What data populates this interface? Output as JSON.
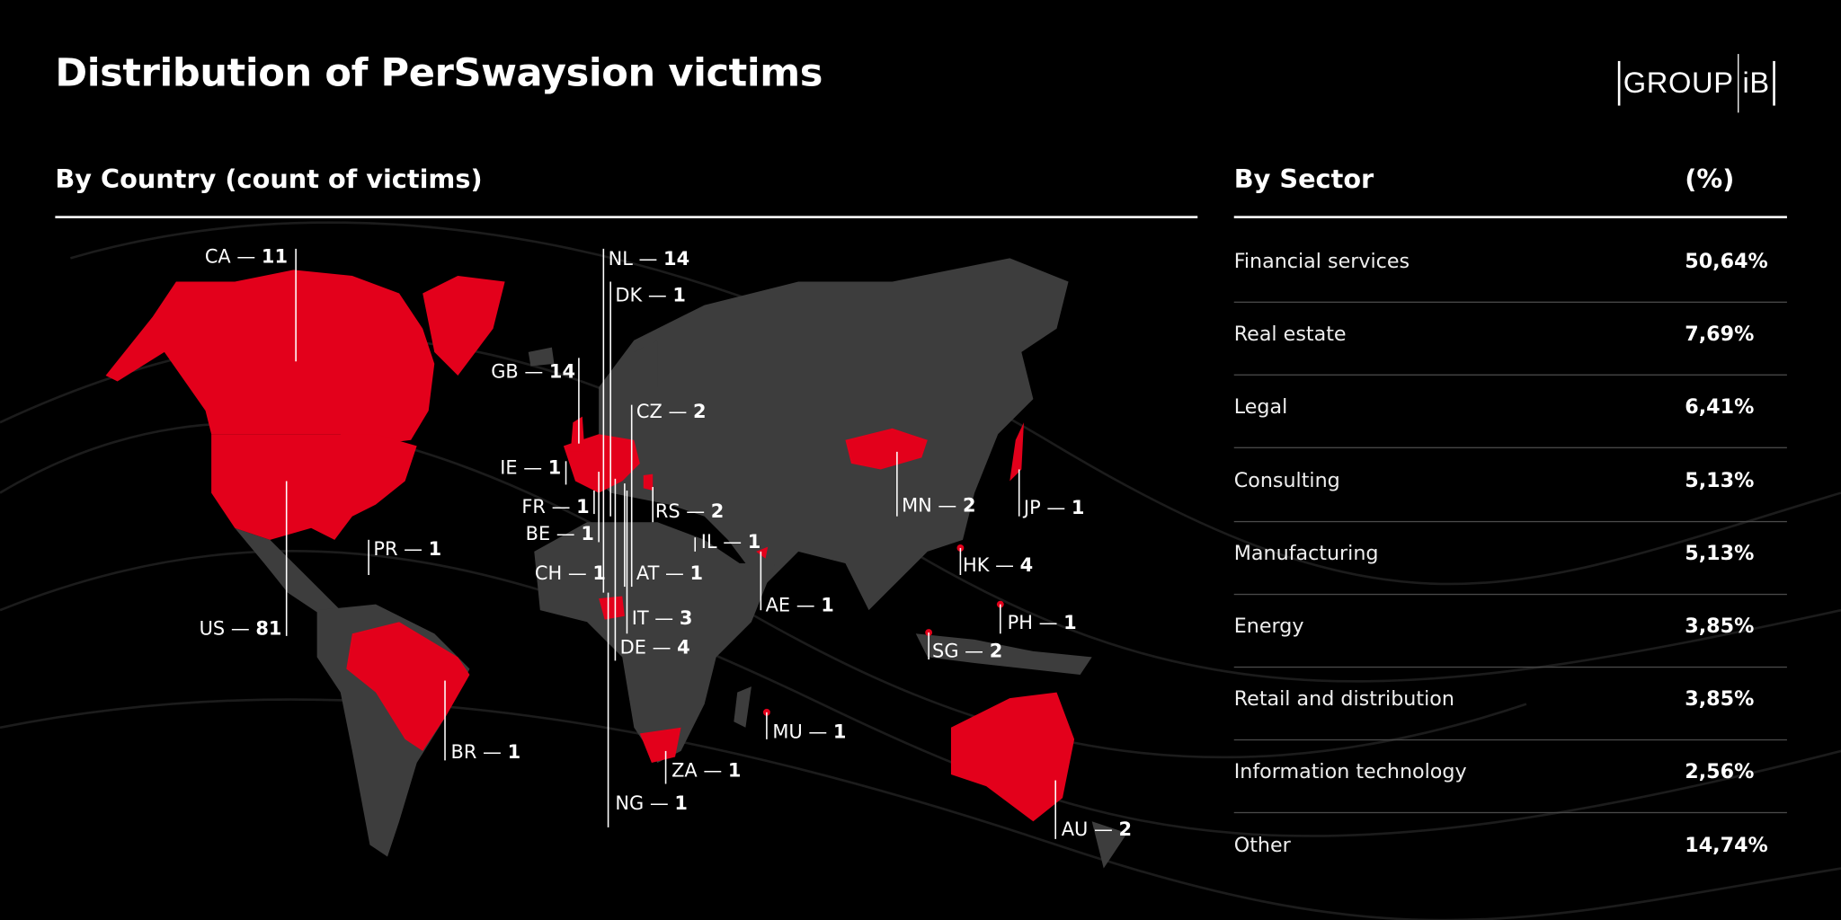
{
  "title": "Distribution of PerSwaysion victims",
  "logo": {
    "left": "GROUP",
    "right": "iB"
  },
  "country_section": {
    "heading": "By Country (count of victims)",
    "countries": [
      {
        "code": "CA",
        "count": "11"
      },
      {
        "code": "NL",
        "count": "14"
      },
      {
        "code": "DK",
        "count": "1"
      },
      {
        "code": "GB",
        "count": "14"
      },
      {
        "code": "CZ",
        "count": "2"
      },
      {
        "code": "IE",
        "count": "1"
      },
      {
        "code": "FR",
        "count": "1"
      },
      {
        "code": "BE",
        "count": "1"
      },
      {
        "code": "CH",
        "count": "1"
      },
      {
        "code": "AT",
        "count": "1"
      },
      {
        "code": "IT",
        "count": "3"
      },
      {
        "code": "DE",
        "count": "4"
      },
      {
        "code": "RS",
        "count": "2"
      },
      {
        "code": "IL",
        "count": "1"
      },
      {
        "code": "AE",
        "count": "1"
      },
      {
        "code": "NG",
        "count": "1"
      },
      {
        "code": "ZA",
        "count": "1"
      },
      {
        "code": "MU",
        "count": "1"
      },
      {
        "code": "MN",
        "count": "2"
      },
      {
        "code": "JP",
        "count": "1"
      },
      {
        "code": "HK",
        "count": "4"
      },
      {
        "code": "PH",
        "count": "1"
      },
      {
        "code": "SG",
        "count": "2"
      },
      {
        "code": "AU",
        "count": "2"
      },
      {
        "code": "BR",
        "count": "1"
      },
      {
        "code": "US",
        "count": "81"
      },
      {
        "code": "PR",
        "count": "1"
      }
    ],
    "separator": " — "
  },
  "sector_section": {
    "heading": "By Sector",
    "unit_heading": "(%)",
    "rows": [
      {
        "name": "Financial services",
        "pct": "50,64%"
      },
      {
        "name": "Real estate",
        "pct": "7,69%"
      },
      {
        "name": "Legal",
        "pct": "6,41%"
      },
      {
        "name": "Consulting",
        "pct": "5,13%"
      },
      {
        "name": "Manufacturing",
        "pct": "5,13%"
      },
      {
        "name": "Energy",
        "pct": "3,85%"
      },
      {
        "name": "Retail and distribution",
        "pct": "3,85%"
      },
      {
        "name": "Information technology",
        "pct": "2,56%"
      },
      {
        "name": "Other",
        "pct": "14,74%"
      }
    ]
  },
  "colors": {
    "highlight": "#e3001b",
    "land": "#3d3d3d",
    "background": "#000000"
  }
}
